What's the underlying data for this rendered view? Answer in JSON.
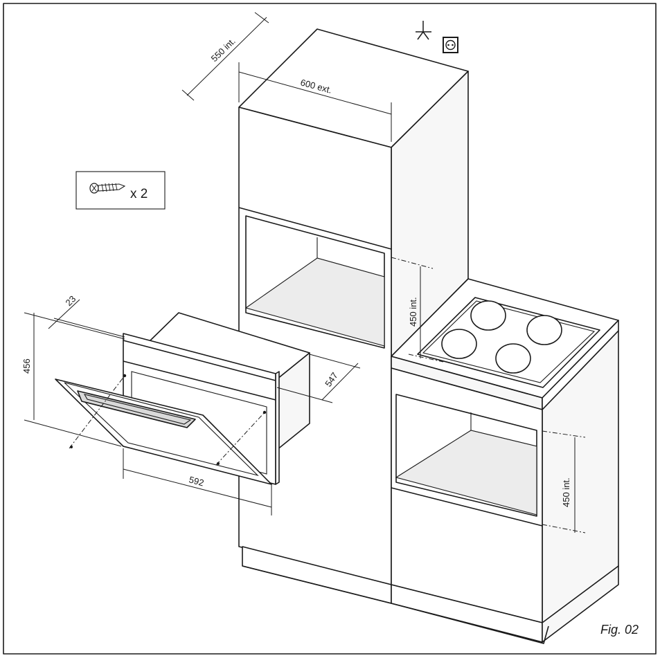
{
  "figure_label": "Fig. 02",
  "dimensions": {
    "depth_internal": "550 int.",
    "width_external": "600 ext.",
    "niche_height_upper": "450 int.",
    "niche_height_lower": "450 int.",
    "appliance_height": "456",
    "appliance_width": "592",
    "appliance_depth": "547",
    "front_thickness": "23"
  },
  "screw_callout": {
    "quantity_label": "x 2",
    "icon": "screw-icon"
  },
  "symbols": {
    "earth": "earth-symbol-icon",
    "socket": "power-socket-icon"
  },
  "colors": {
    "line": "#1a1a1a",
    "background": "#ffffff"
  }
}
